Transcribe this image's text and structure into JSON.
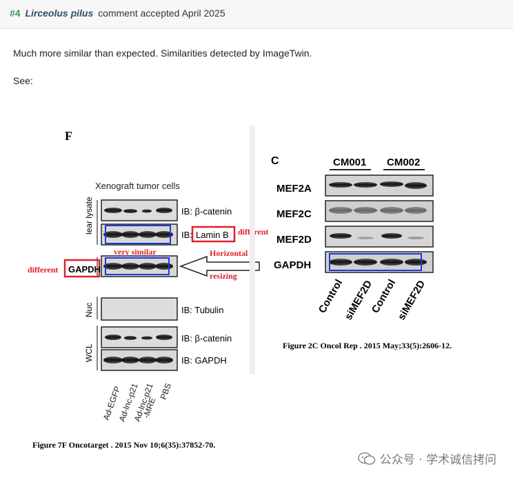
{
  "header": {
    "number": "#4",
    "author": "Lirceolus pilus",
    "status": "comment accepted April 2025"
  },
  "comment": {
    "line1": "Much more similar than expected. Similarities detected by ImageTwin.",
    "line2": "See:"
  },
  "left_figure": {
    "panel_letter": "F",
    "title": "Xenograft tumor cells",
    "side_labels": [
      "lear lysate",
      "Nuc",
      "WCL"
    ],
    "rows": [
      "IB: β-catenin",
      "IB:",
      "Lamin B",
      "IB: Tubulin",
      "IB: β-catenin",
      "IB: GAPDH"
    ],
    "gapdh_label": "GAPDH",
    "lanes": [
      "Ad-EGFP",
      "Ad-lnc-p21",
      "Ad-lnc-p21",
      "-MRE",
      "PBS"
    ],
    "annotations": {
      "very_similar": "very similar",
      "different_left": "different",
      "different_right": "different",
      "horizontal": "Horizontal",
      "resizing": "resizing"
    },
    "caption": "Figure 7F Oncotarget . 2015 Nov 10;6(35):37852-70."
  },
  "right_figure": {
    "panel_letter": "C",
    "groups": [
      "CM001",
      "CM002"
    ],
    "rows": [
      "MEF2A",
      "MEF2C",
      "MEF2D",
      "GAPDH"
    ],
    "lanes": [
      "Control",
      "siMEF2D",
      "Control",
      "siMEF2D"
    ],
    "caption": "Figure 2C Oncol Rep . 2015 May;33(5):2606-12."
  },
  "watermark": {
    "text": "公众号 · 学术诚信拷问"
  },
  "colors": {
    "accent_green": "#3c9a5a",
    "highlight_red": "#e0202a",
    "highlight_blue": "#1e3ad8"
  }
}
